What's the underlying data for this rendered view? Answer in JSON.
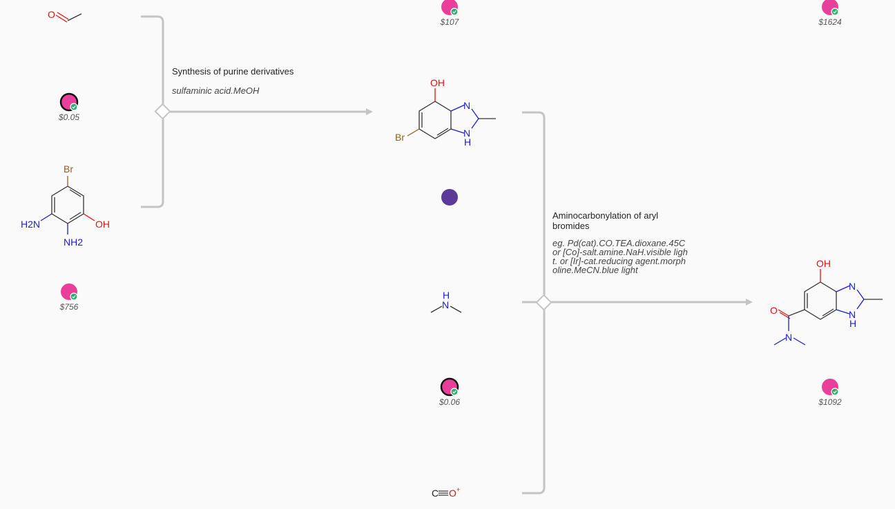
{
  "reactions": [
    {
      "title": "Synthesis of purine derivatives",
      "conditions": "sulfaminic acid.MeOH"
    },
    {
      "title": "Aminocarbonylation of aryl bromides",
      "conditions": "eg. Pd(cat).CO.TEA.dioxane.45C or [Co]-salt.amine.NaH.visible light. or [Ir]-cat.reducing agent.morpholine.MeCN.blue light"
    }
  ],
  "molecules": {
    "acetaldehyde": {
      "atoms": [
        "O"
      ],
      "price": ""
    },
    "reagent_1": {
      "price": "$0.05"
    },
    "diaminophenol": {
      "atoms": [
        "Br",
        "H2N",
        "NH2",
        "OH"
      ],
      "price": "$756"
    },
    "top_mid": {
      "price": "$107"
    },
    "top_right": {
      "price": "$1624"
    },
    "intermediate": {
      "atoms": [
        "OH",
        "N",
        "N",
        "H",
        "Br"
      ],
      "price": ""
    },
    "dimethylamine": {
      "atoms": [
        "H",
        "N"
      ],
      "price": "$0.06"
    },
    "carbon_monoxide": {
      "atoms": [
        "C",
        "O",
        "+"
      ],
      "price": ""
    },
    "product": {
      "atoms": [
        "OH",
        "N",
        "N",
        "H",
        "O",
        "N"
      ],
      "price": "$1092"
    }
  },
  "colors": {
    "pink": "#e8409a",
    "purple": "#5b3a99",
    "green": "#2bae66",
    "line": "#c4c4c4",
    "bromine": "#9a5b16",
    "oxygen": "#e01010",
    "nitrogen": "#1a1adc"
  }
}
